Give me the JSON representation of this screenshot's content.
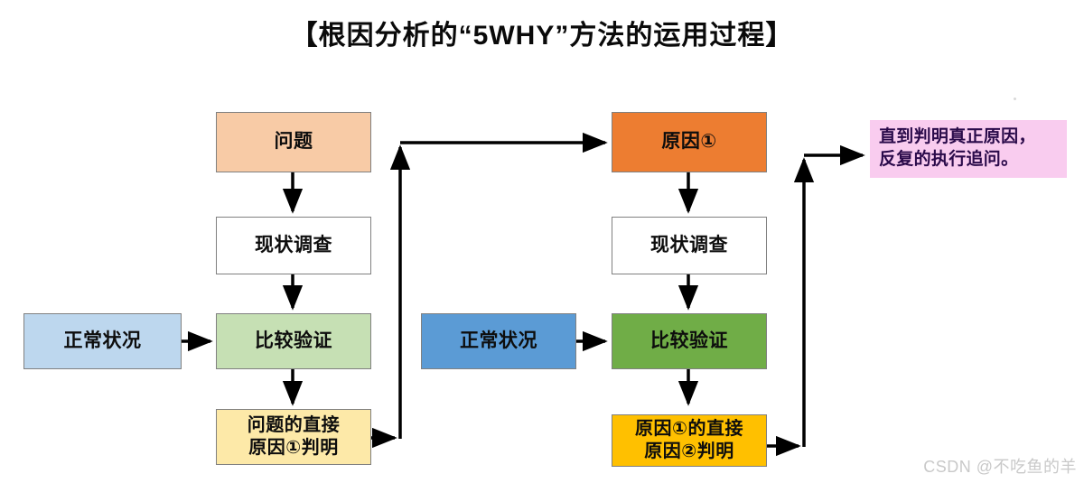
{
  "title": "【根因分析的“5WHY”方法的运用过程】",
  "colors": {
    "problem_peach": "#f8cba6",
    "cause_orange": "#ed7d31",
    "white": "#ffffff",
    "compare_light_green": "#c6e0b4",
    "compare_green": "#70ad47",
    "normal_light_blue": "#bdd7ee",
    "normal_blue": "#5b9bd5",
    "result_light_yellow": "#fde9a8",
    "result_gold": "#ffc000",
    "note_pink": "#f9ccef",
    "border_gray": "#808080",
    "arrow_black": "#000000"
  },
  "nodes": {
    "problem": {
      "label": "问题"
    },
    "survey_left": {
      "label": "现状调查"
    },
    "normal_left": {
      "label": "正常状况"
    },
    "compare_left": {
      "label": "比较验证"
    },
    "result_left": {
      "line1": "问题的直接",
      "line2": "原因①判明"
    },
    "cause1": {
      "label": "原因①"
    },
    "survey_right": {
      "label": "现状调查"
    },
    "normal_right": {
      "label": "正常状况"
    },
    "compare_right": {
      "label": "比较验证"
    },
    "result_right": {
      "line1": "原因①的直接",
      "line2": "原因②判明"
    }
  },
  "note": {
    "line1": "直到判明真正原因，",
    "line2": "反复的执行追问。"
  },
  "watermark": "CSDN @不吃鱼的羊",
  "arrows": [
    {
      "name": "problem-to-survey-left",
      "type": "vertical-down"
    },
    {
      "name": "survey-to-compare-left",
      "type": "vertical-down"
    },
    {
      "name": "normal-to-compare-left",
      "type": "horizontal-right"
    },
    {
      "name": "compare-to-result-left",
      "type": "vertical-down"
    },
    {
      "name": "result-left-to-cause1",
      "type": "elbow-up-right"
    },
    {
      "name": "cause1-to-survey-right",
      "type": "vertical-down"
    },
    {
      "name": "survey-to-compare-right",
      "type": "vertical-down"
    },
    {
      "name": "normal-to-compare-right",
      "type": "horizontal-right"
    },
    {
      "name": "compare-to-result-right",
      "type": "vertical-down"
    },
    {
      "name": "result-right-to-note",
      "type": "elbow-up-right"
    }
  ]
}
